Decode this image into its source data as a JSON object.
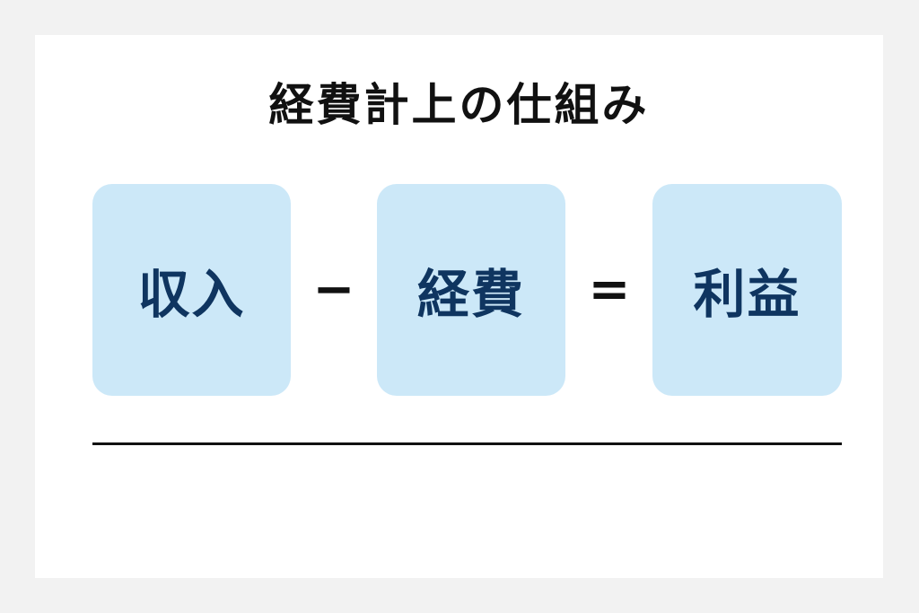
{
  "title": "経費計上の仕組み",
  "formula": {
    "terms": [
      "収入",
      "経費",
      "利益"
    ],
    "operators": [
      "−",
      "="
    ]
  },
  "colors": {
    "box_fill": "#cce8f8",
    "term_text": "#0f3560",
    "title_text": "#111111"
  }
}
